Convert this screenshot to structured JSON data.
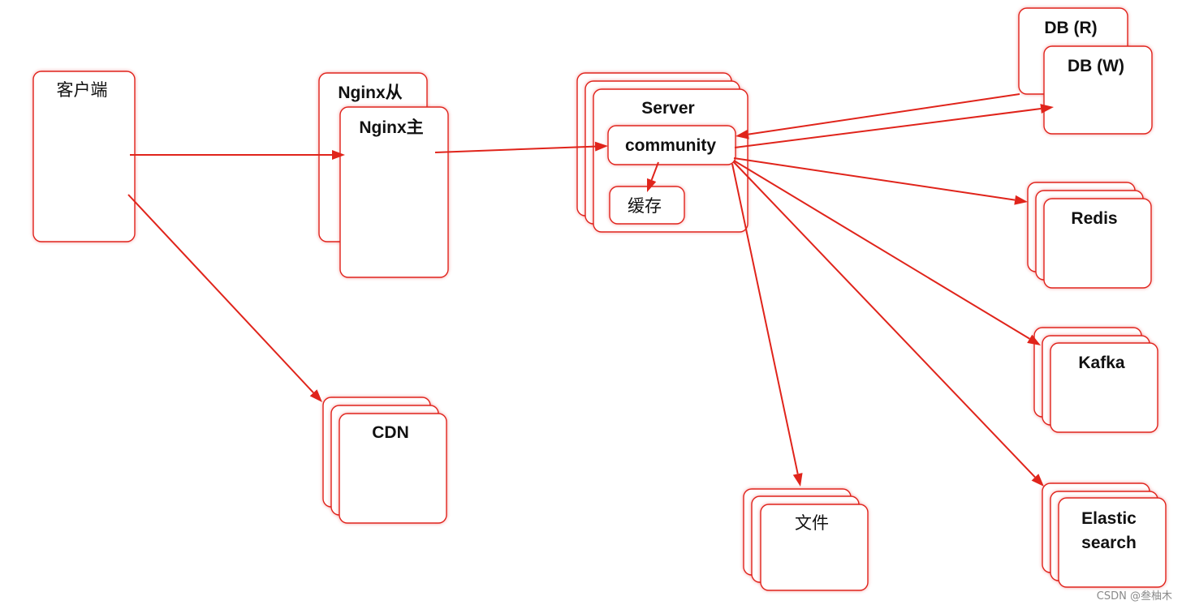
{
  "nodes": {
    "client": "客户端",
    "nginx_slave": "Nginx从",
    "nginx_master": "Nginx主",
    "server": "Server",
    "community": "community",
    "cache": "缓存",
    "db_read": "DB (R)",
    "db_write": "DB (W)",
    "redis": "Redis",
    "kafka": "Kafka",
    "elastic_line1": "Elastic",
    "elastic_line2": "search",
    "cdn": "CDN",
    "file": "文件"
  },
  "watermark": "CSDN @叁柚木",
  "colors": {
    "accent": "#e0241b"
  }
}
